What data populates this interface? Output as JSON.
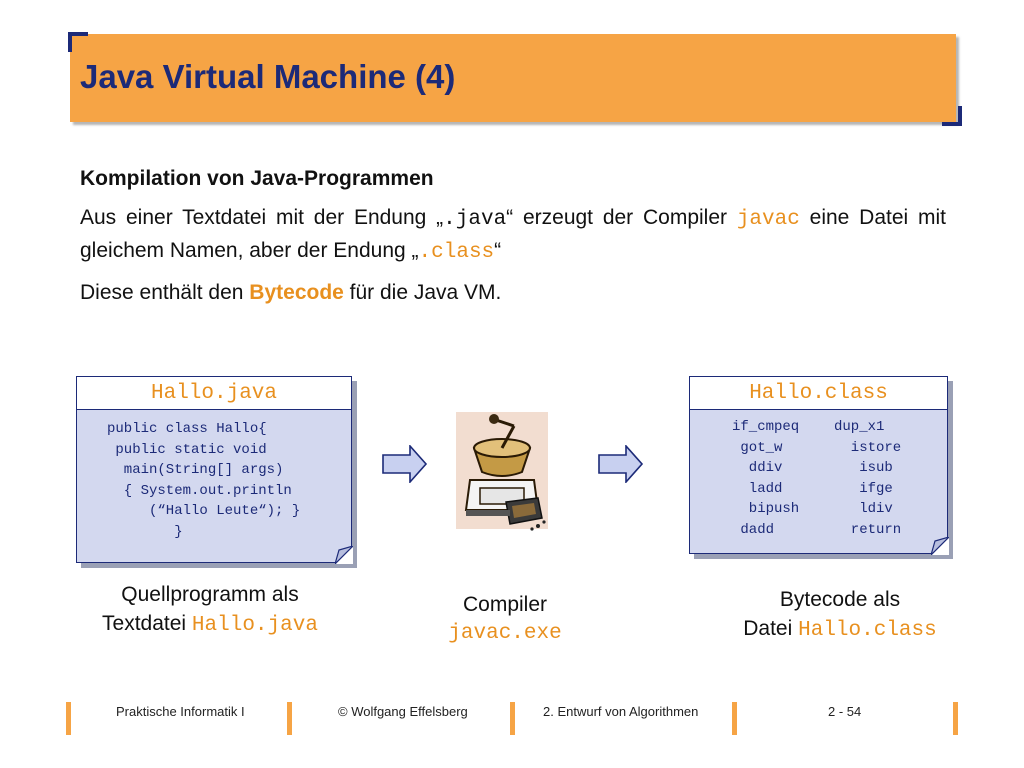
{
  "slide": {
    "title": "Java Virtual Machine (4)"
  },
  "content": {
    "heading": "Kompilation von Java-Programmen",
    "para1": {
      "t1": "Aus einer Textdatei mit der Endung „",
      "c1": ".java",
      "t2": "“ erzeugt der Compiler ",
      "c2": "javac",
      "t3": " eine Datei mit gleichem Namen, aber der Endung „",
      "c3": ".class",
      "t4": "“"
    },
    "para2": {
      "t1": "Diese enthält den ",
      "b1": "Bytecode",
      "t2": " für die Java VM."
    }
  },
  "source_doc": {
    "filename": "Hallo.java",
    "code": "public class Hallo{\n public static void\n  main(String[] args)\n  { System.out.println\n     (“Hallo Leute“); }\n        }"
  },
  "bytecode_doc": {
    "filename": "Hallo.class",
    "col1": "if_cmpeq\n got_w\n  ddiv\n  ladd\n  bipush\n dadd",
    "col2": "dup_x1\n  istore\n   isub\n   ifge\n   ldiv\n  return"
  },
  "captions": {
    "source_line1": "Quellprogramm als",
    "source_line2_text": "Textdatei ",
    "source_line2_code": "Hallo.java",
    "compiler_line1": "Compiler",
    "compiler_line2_code": "javac.exe",
    "bytecode_line1": "Bytecode als",
    "bytecode_line2_text": "Datei ",
    "bytecode_line2_code": "Hallo.class"
  },
  "footer": {
    "course": "Praktische Informatik I",
    "author": "© Wolfgang Effelsberg",
    "chapter": "2. Entwurf von Algorithmen",
    "page": "2 - 54"
  },
  "colors": {
    "title_bg": "#f6a445",
    "title_text": "#1c2a78",
    "accent_orange": "#e8901f",
    "card_bg": "#d3d8ef",
    "arrow_fill": "#c8d0f0"
  },
  "icons": [
    "arrow-right-icon",
    "coffee-grinder-icon",
    "page-fold-icon"
  ]
}
